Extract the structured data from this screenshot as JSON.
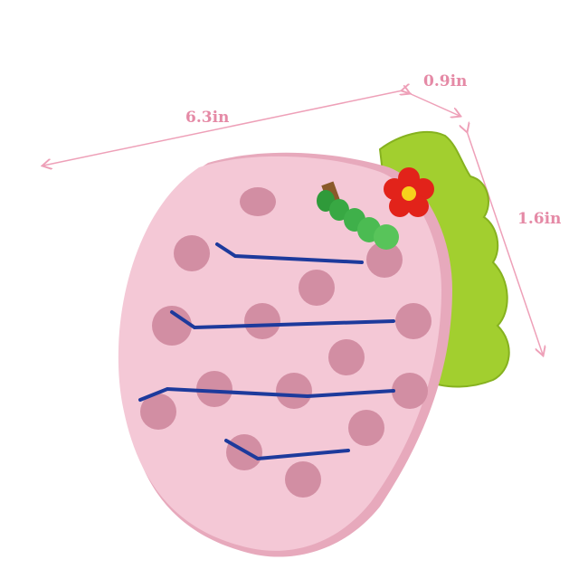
{
  "dimensions": {
    "length": "6.3in",
    "depth": "0.9in",
    "height": "1.6in"
  },
  "colors": {
    "body": "#f4c6d4",
    "body_edge": "#e7a9bc",
    "leaf": "#9ccc2c",
    "flower": "#e2231a",
    "string": "#1d3a9c",
    "arrow": "#eea0b8"
  }
}
